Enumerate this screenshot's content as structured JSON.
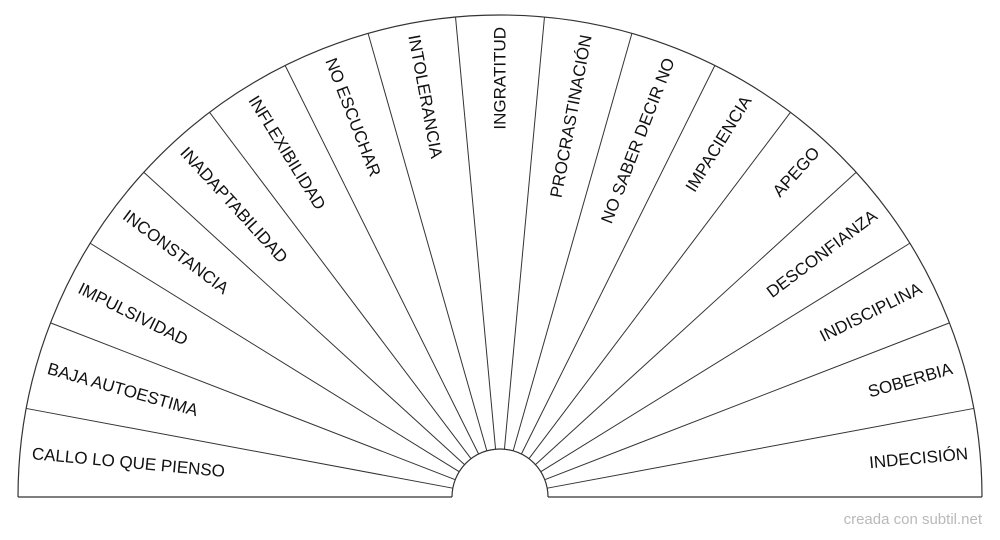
{
  "chart_data": {
    "type": "pie",
    "shape": "semicircle",
    "segments": [
      "CALLO LO QUE PIENSO",
      "BAJA AUTOESTIMA",
      "IMPULSIVIDAD",
      "INCONSTANCIA",
      "INADAPTABILIDAD",
      "INFLEXIBILIDAD",
      "NO ESCUCHAR",
      "INTOLERANCIA",
      "INGRATITUD",
      "PROCRASTINACIÓN",
      "NO SABER DECIR NO",
      "IMPACIENCIA",
      "APEGO",
      "DESCONFIANZA",
      "INDISCIPLINA",
      "SOBERBIA",
      "INDECISIÓN"
    ],
    "colors": {
      "line": "#333333",
      "text": "#111111",
      "background": "#ffffff"
    }
  },
  "footer": {
    "credit": "creada con subtil.net"
  }
}
